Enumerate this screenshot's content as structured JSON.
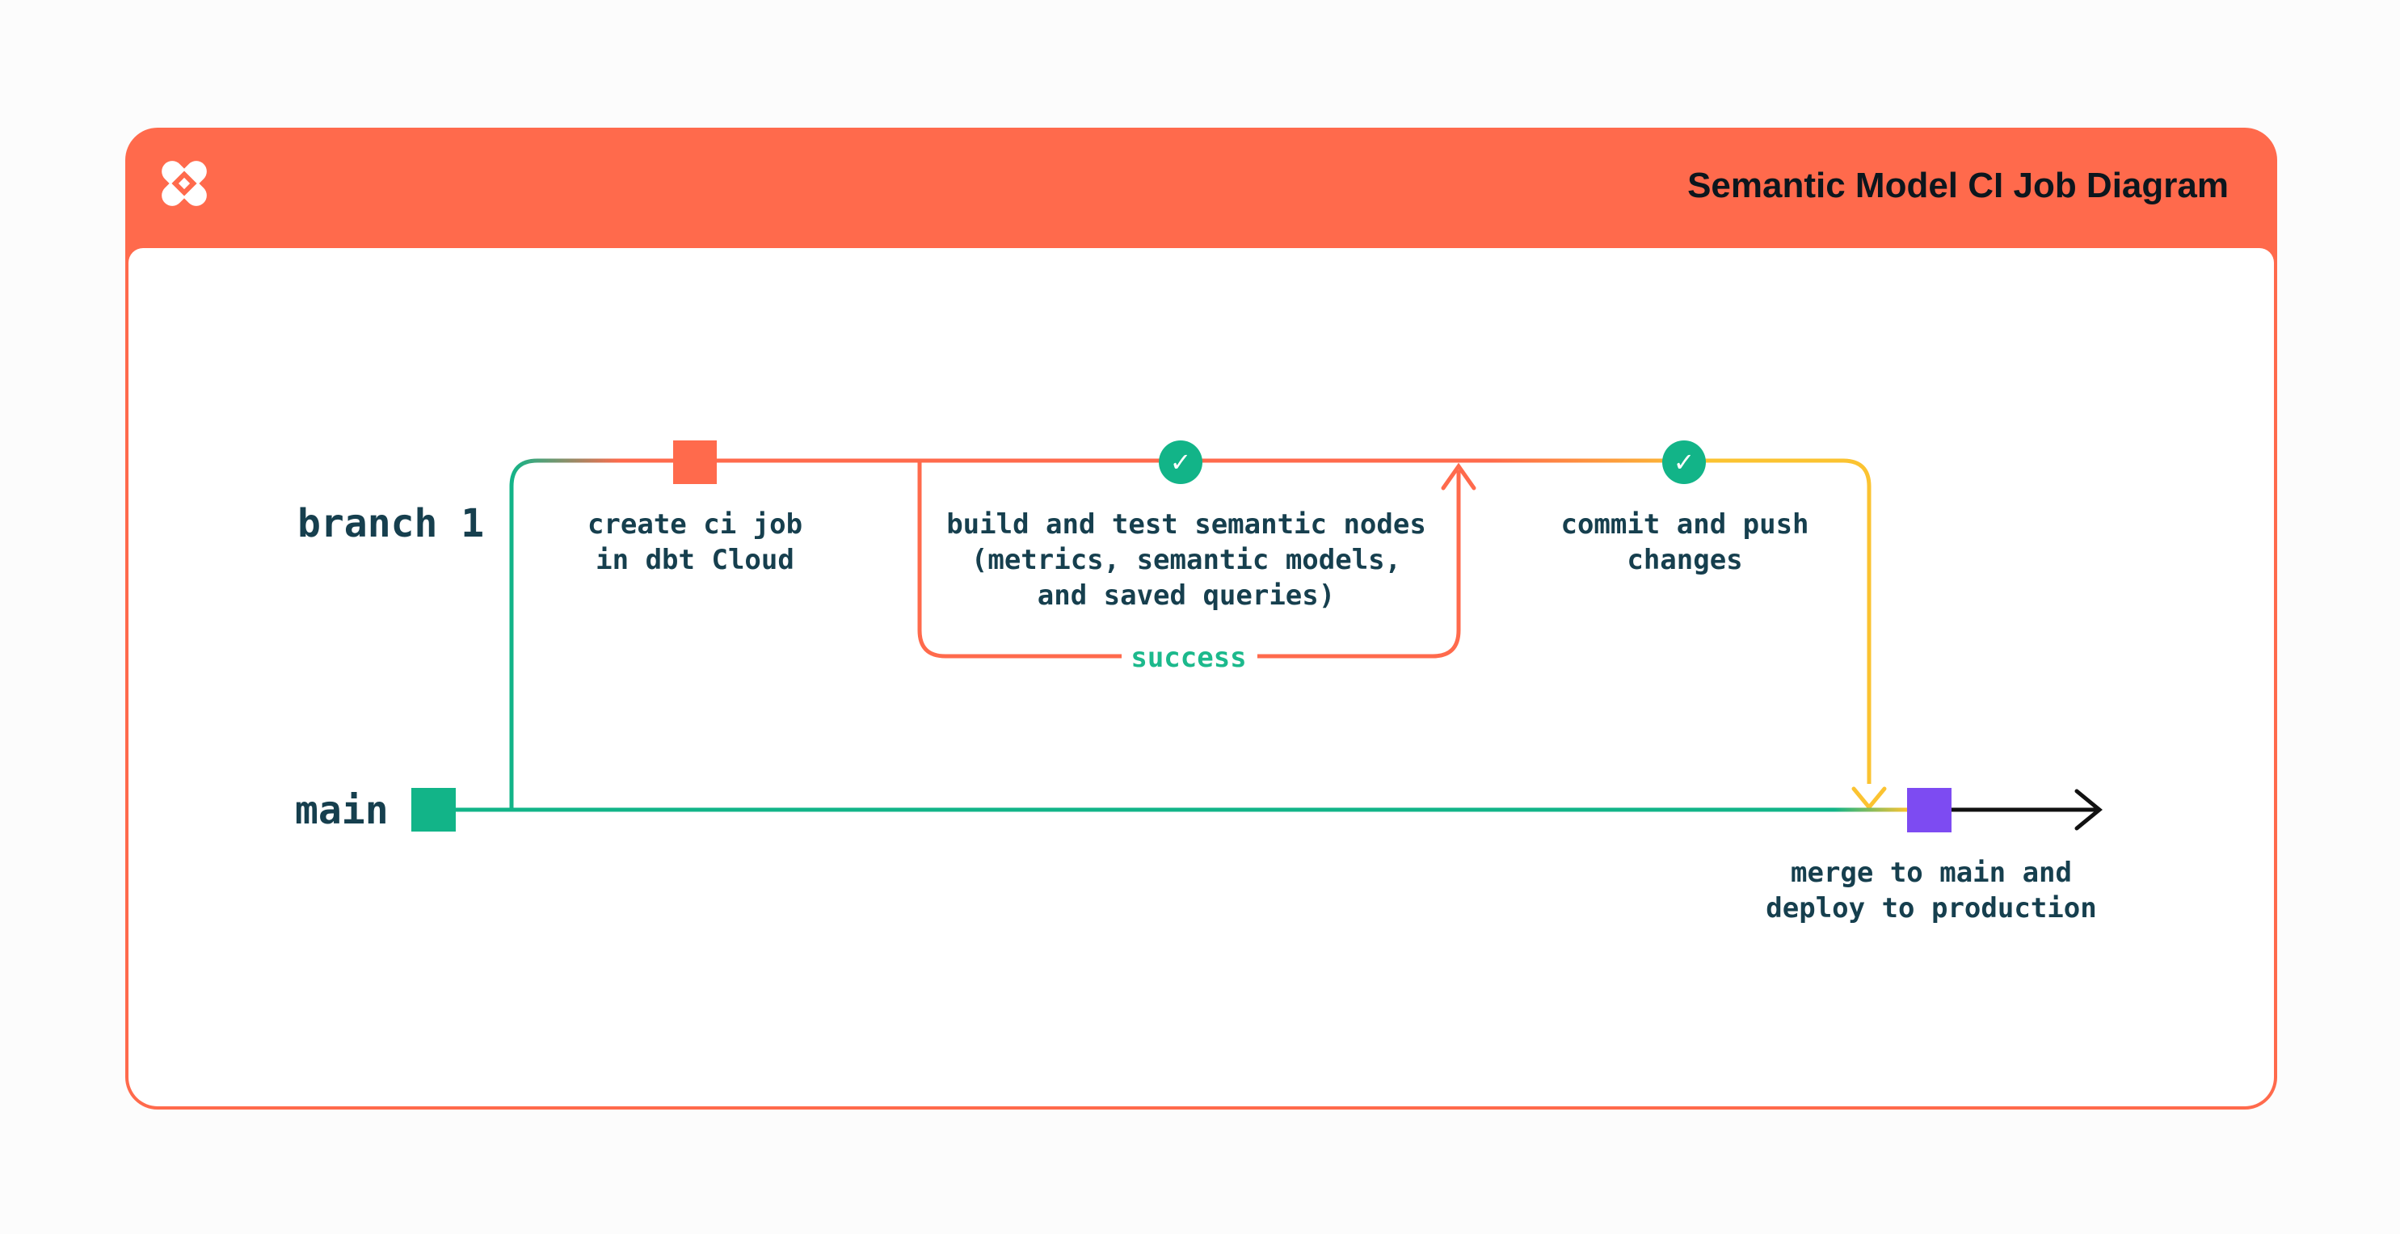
{
  "header": {
    "title": "Semantic Model CI Job Diagram",
    "logo_name": "dbt-logo"
  },
  "branches": {
    "branch1_label": "branch 1",
    "main_label": "main"
  },
  "steps": {
    "create_ci": {
      "line1": "create ci job",
      "line2": "in dbt Cloud"
    },
    "build_test": {
      "line1": "build and test semantic nodes",
      "line2": "(metrics, semantic models,",
      "line3": "and saved queries)"
    },
    "commit_push": {
      "line1": "commit and push",
      "line2": "changes"
    },
    "merge": {
      "line1": "merge to main and",
      "line2": "deploy to production"
    }
  },
  "annotations": {
    "success_label": "success"
  },
  "icons": {
    "check_icon": "✓"
  },
  "colors": {
    "header_orange": "#ff6a4c",
    "line_orange": "#ff6a4c",
    "line_green": "#12b488",
    "line_yellow": "#fbc331",
    "node_purple": "#7d4bf2",
    "success_green": "#1cb98c",
    "label_navy": "#163f4e",
    "title_black": "#0c161d",
    "arrow_black": "#111111"
  }
}
